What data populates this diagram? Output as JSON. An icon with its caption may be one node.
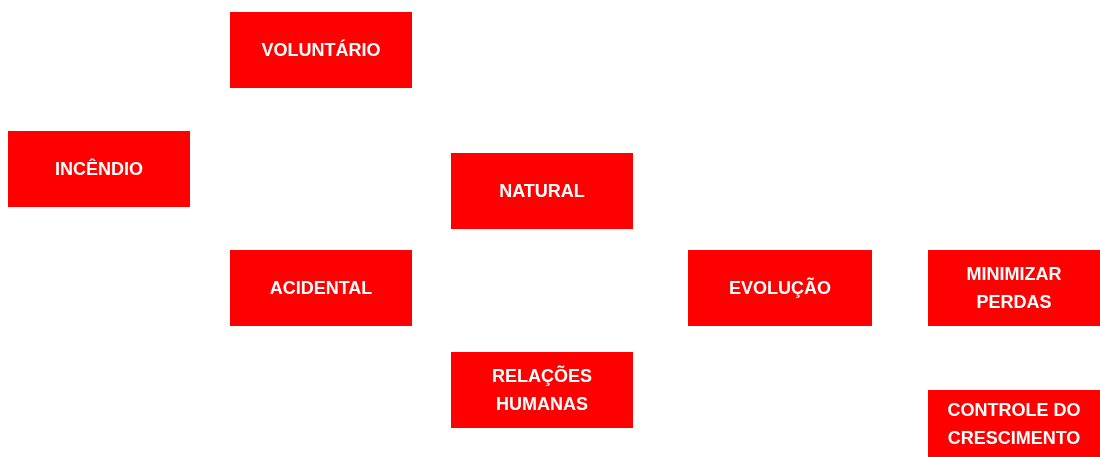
{
  "diagram": {
    "nodes": [
      {
        "text": [
          "VOLUNTÁRIO"
        ]
      },
      {
        "text": [
          "INCÊNDIO"
        ]
      },
      {
        "text": [
          "NATURAL"
        ]
      },
      {
        "text": [
          "ACIDENTAL"
        ]
      },
      {
        "text": [
          "EVOLUÇÃO"
        ]
      },
      {
        "text": [
          "MINIMIZAR PERDAS"
        ]
      },
      {
        "text": [
          "RELAÇÕES HUMANAS"
        ]
      },
      {
        "text": [
          "CONTROLE DO CRESCIMENTO"
        ]
      }
    ]
  }
}
